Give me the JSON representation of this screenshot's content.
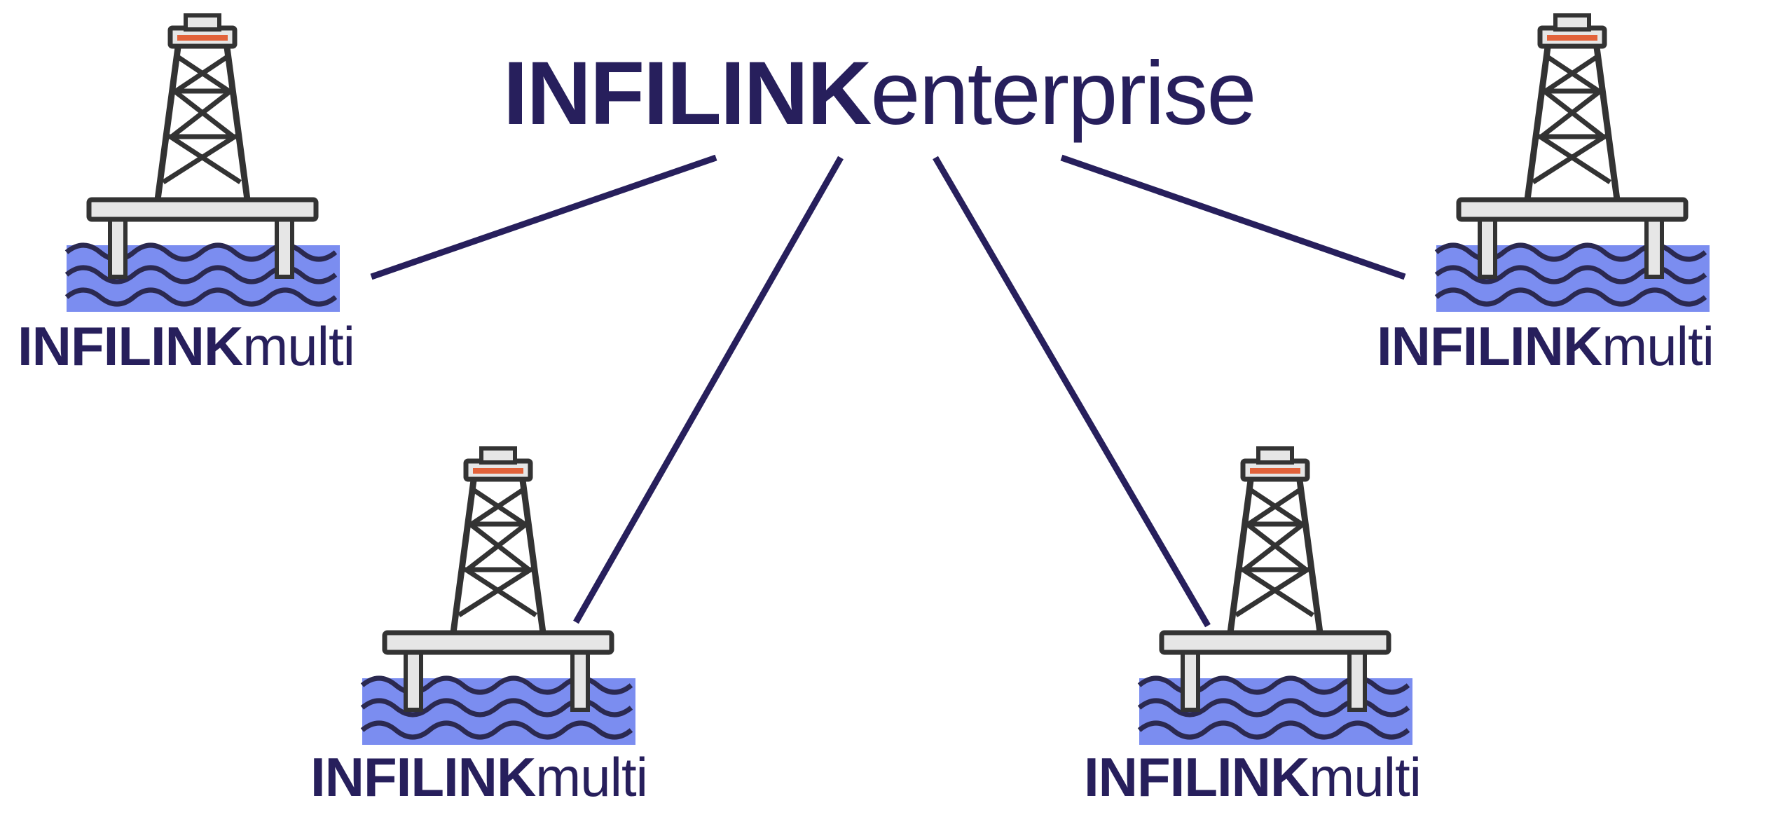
{
  "hub": {
    "name_bold": "INFILINK",
    "name_light": "enterprise"
  },
  "nodes": [
    {
      "name_bold": "INFILINK",
      "name_light": "multi"
    },
    {
      "name_bold": "INFILINK",
      "name_light": "multi"
    },
    {
      "name_bold": "INFILINK",
      "name_light": "multi"
    },
    {
      "name_bold": "INFILINK",
      "name_light": "multi"
    }
  ],
  "icons": {
    "node_icon": "offshore-oil-rig-icon"
  },
  "colors": {
    "text": "#271f5c",
    "connector": "#271f5c",
    "rig_frame": "#333333",
    "rig_deck": "#e6e6e6",
    "rig_accent": "#e2623a",
    "water": "#7b8df0",
    "wave": "#2b2950"
  }
}
